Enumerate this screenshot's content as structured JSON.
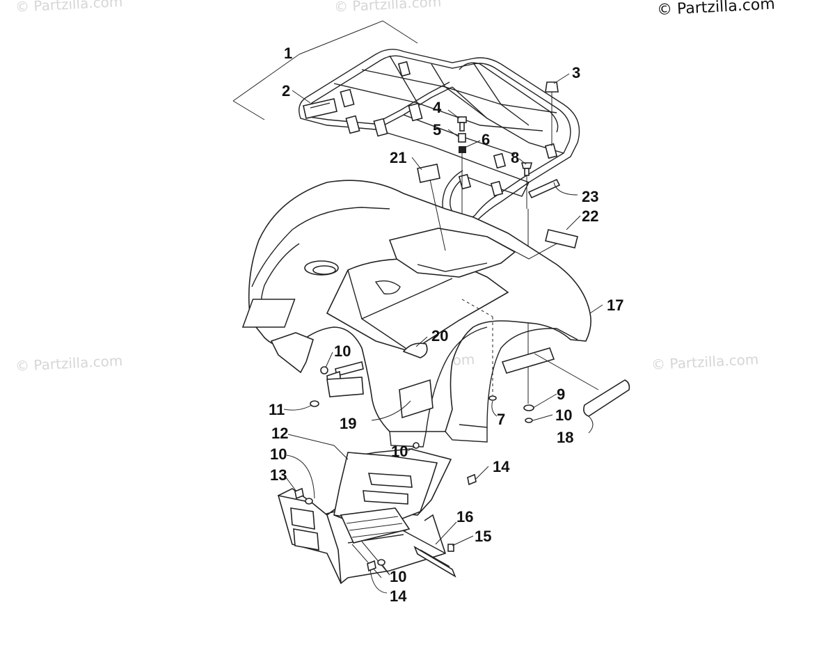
{
  "watermarks": {
    "top_left": "© Partzilla.com",
    "top_center": "© Partzilla.com",
    "copyright": "© Partzilla.com",
    "mid_left": "© Partzilla.com",
    "mid_center": "© Partzilla.com",
    "mid_right": "© Partzilla.com"
  },
  "callouts": [
    "1",
    "2",
    "3",
    "4",
    "5",
    "6",
    "21",
    "8",
    "23",
    "22",
    "17",
    "20",
    "10",
    "11",
    "19",
    "7",
    "9",
    "10",
    "18",
    "12",
    "10",
    "14",
    "10",
    "13",
    "16",
    "15",
    "10",
    "14"
  ]
}
